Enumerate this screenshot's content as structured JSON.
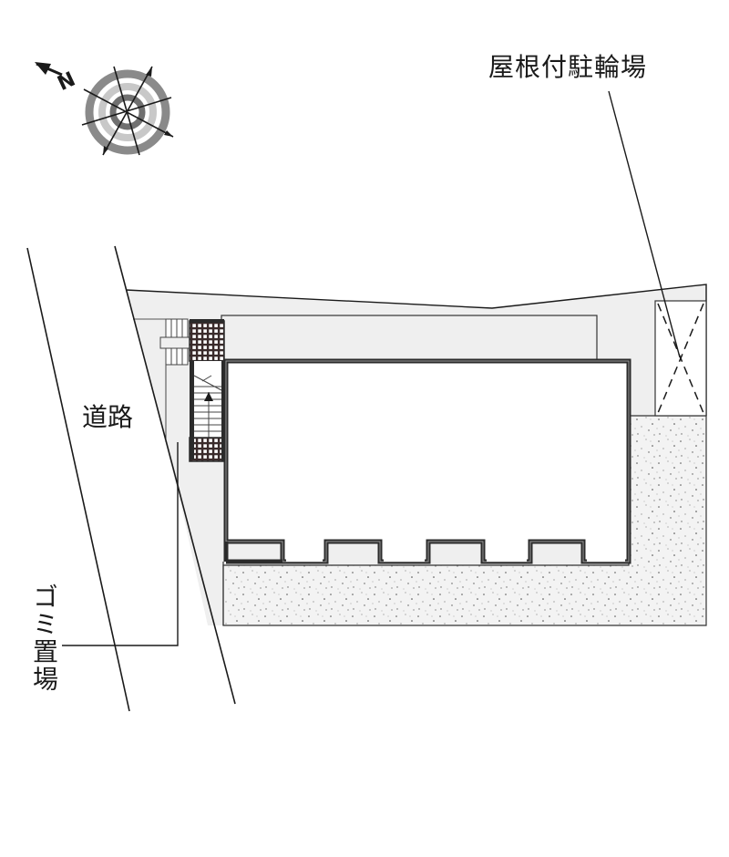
{
  "diagram": {
    "type": "site-plan",
    "compass": {
      "label": "N",
      "icon": "north-compass-icon"
    },
    "labels": {
      "covered_bicycle_parking": "屋根付駐輪場",
      "road": "道路",
      "garbage_area": "ゴミ置場"
    },
    "colors": {
      "line": "#1a1a1a",
      "site_fill": "#efefef",
      "gravel_fill": "#f2f2f2",
      "building_wall": "#2b2b2b",
      "compass_outer_ring": "#8a8a8a",
      "compass_inner_ring": "#c4c4c4",
      "compass_center_ring": "#6e6e6e"
    },
    "elements": [
      "road",
      "site-boundary",
      "building",
      "balcony-notches",
      "staircase",
      "covered-bicycle-parking",
      "garbage-area",
      "gravel-area"
    ]
  }
}
